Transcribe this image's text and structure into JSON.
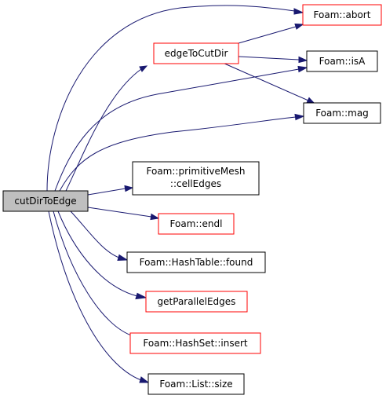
{
  "colors": {
    "edge": "#191970",
    "border_default": "#000000",
    "border_truncated": "#ff0000",
    "fill_root": "#bfbfbf",
    "fill_default": "#ffffff"
  },
  "nodes": {
    "cutDirToEdge": {
      "label": [
        "cutDirToEdge"
      ],
      "root": true,
      "truncated": false
    },
    "edgeToCutDir": {
      "label": [
        "edgeToCutDir"
      ],
      "root": false,
      "truncated": true
    },
    "abort": {
      "label": [
        "Foam::abort"
      ],
      "root": false,
      "truncated": true
    },
    "isA": {
      "label": [
        "Foam::isA"
      ],
      "root": false,
      "truncated": false
    },
    "mag": {
      "label": [
        "Foam::mag"
      ],
      "root": false,
      "truncated": false
    },
    "cellEdges": {
      "label": [
        "Foam::primitiveMesh",
        "::cellEdges"
      ],
      "root": false,
      "truncated": false
    },
    "endl": {
      "label": [
        "Foam::endl"
      ],
      "root": false,
      "truncated": true
    },
    "found": {
      "label": [
        "Foam::HashTable::found"
      ],
      "root": false,
      "truncated": false
    },
    "getParallelEdges": {
      "label": [
        "getParallelEdges"
      ],
      "root": false,
      "truncated": true
    },
    "insert": {
      "label": [
        "Foam::HashSet::insert"
      ],
      "root": false,
      "truncated": true
    },
    "size": {
      "label": [
        "Foam::List::size"
      ],
      "root": false,
      "truncated": false
    }
  },
  "edges": [
    {
      "from": "cutDirToEdge",
      "to": "edgeToCutDir"
    },
    {
      "from": "cutDirToEdge",
      "to": "abort"
    },
    {
      "from": "cutDirToEdge",
      "to": "isA"
    },
    {
      "from": "cutDirToEdge",
      "to": "mag"
    },
    {
      "from": "cutDirToEdge",
      "to": "cellEdges"
    },
    {
      "from": "cutDirToEdge",
      "to": "endl"
    },
    {
      "from": "cutDirToEdge",
      "to": "found"
    },
    {
      "from": "cutDirToEdge",
      "to": "getParallelEdges"
    },
    {
      "from": "cutDirToEdge",
      "to": "insert"
    },
    {
      "from": "cutDirToEdge",
      "to": "size"
    },
    {
      "from": "edgeToCutDir",
      "to": "abort"
    },
    {
      "from": "edgeToCutDir",
      "to": "isA"
    },
    {
      "from": "edgeToCutDir",
      "to": "mag"
    }
  ]
}
